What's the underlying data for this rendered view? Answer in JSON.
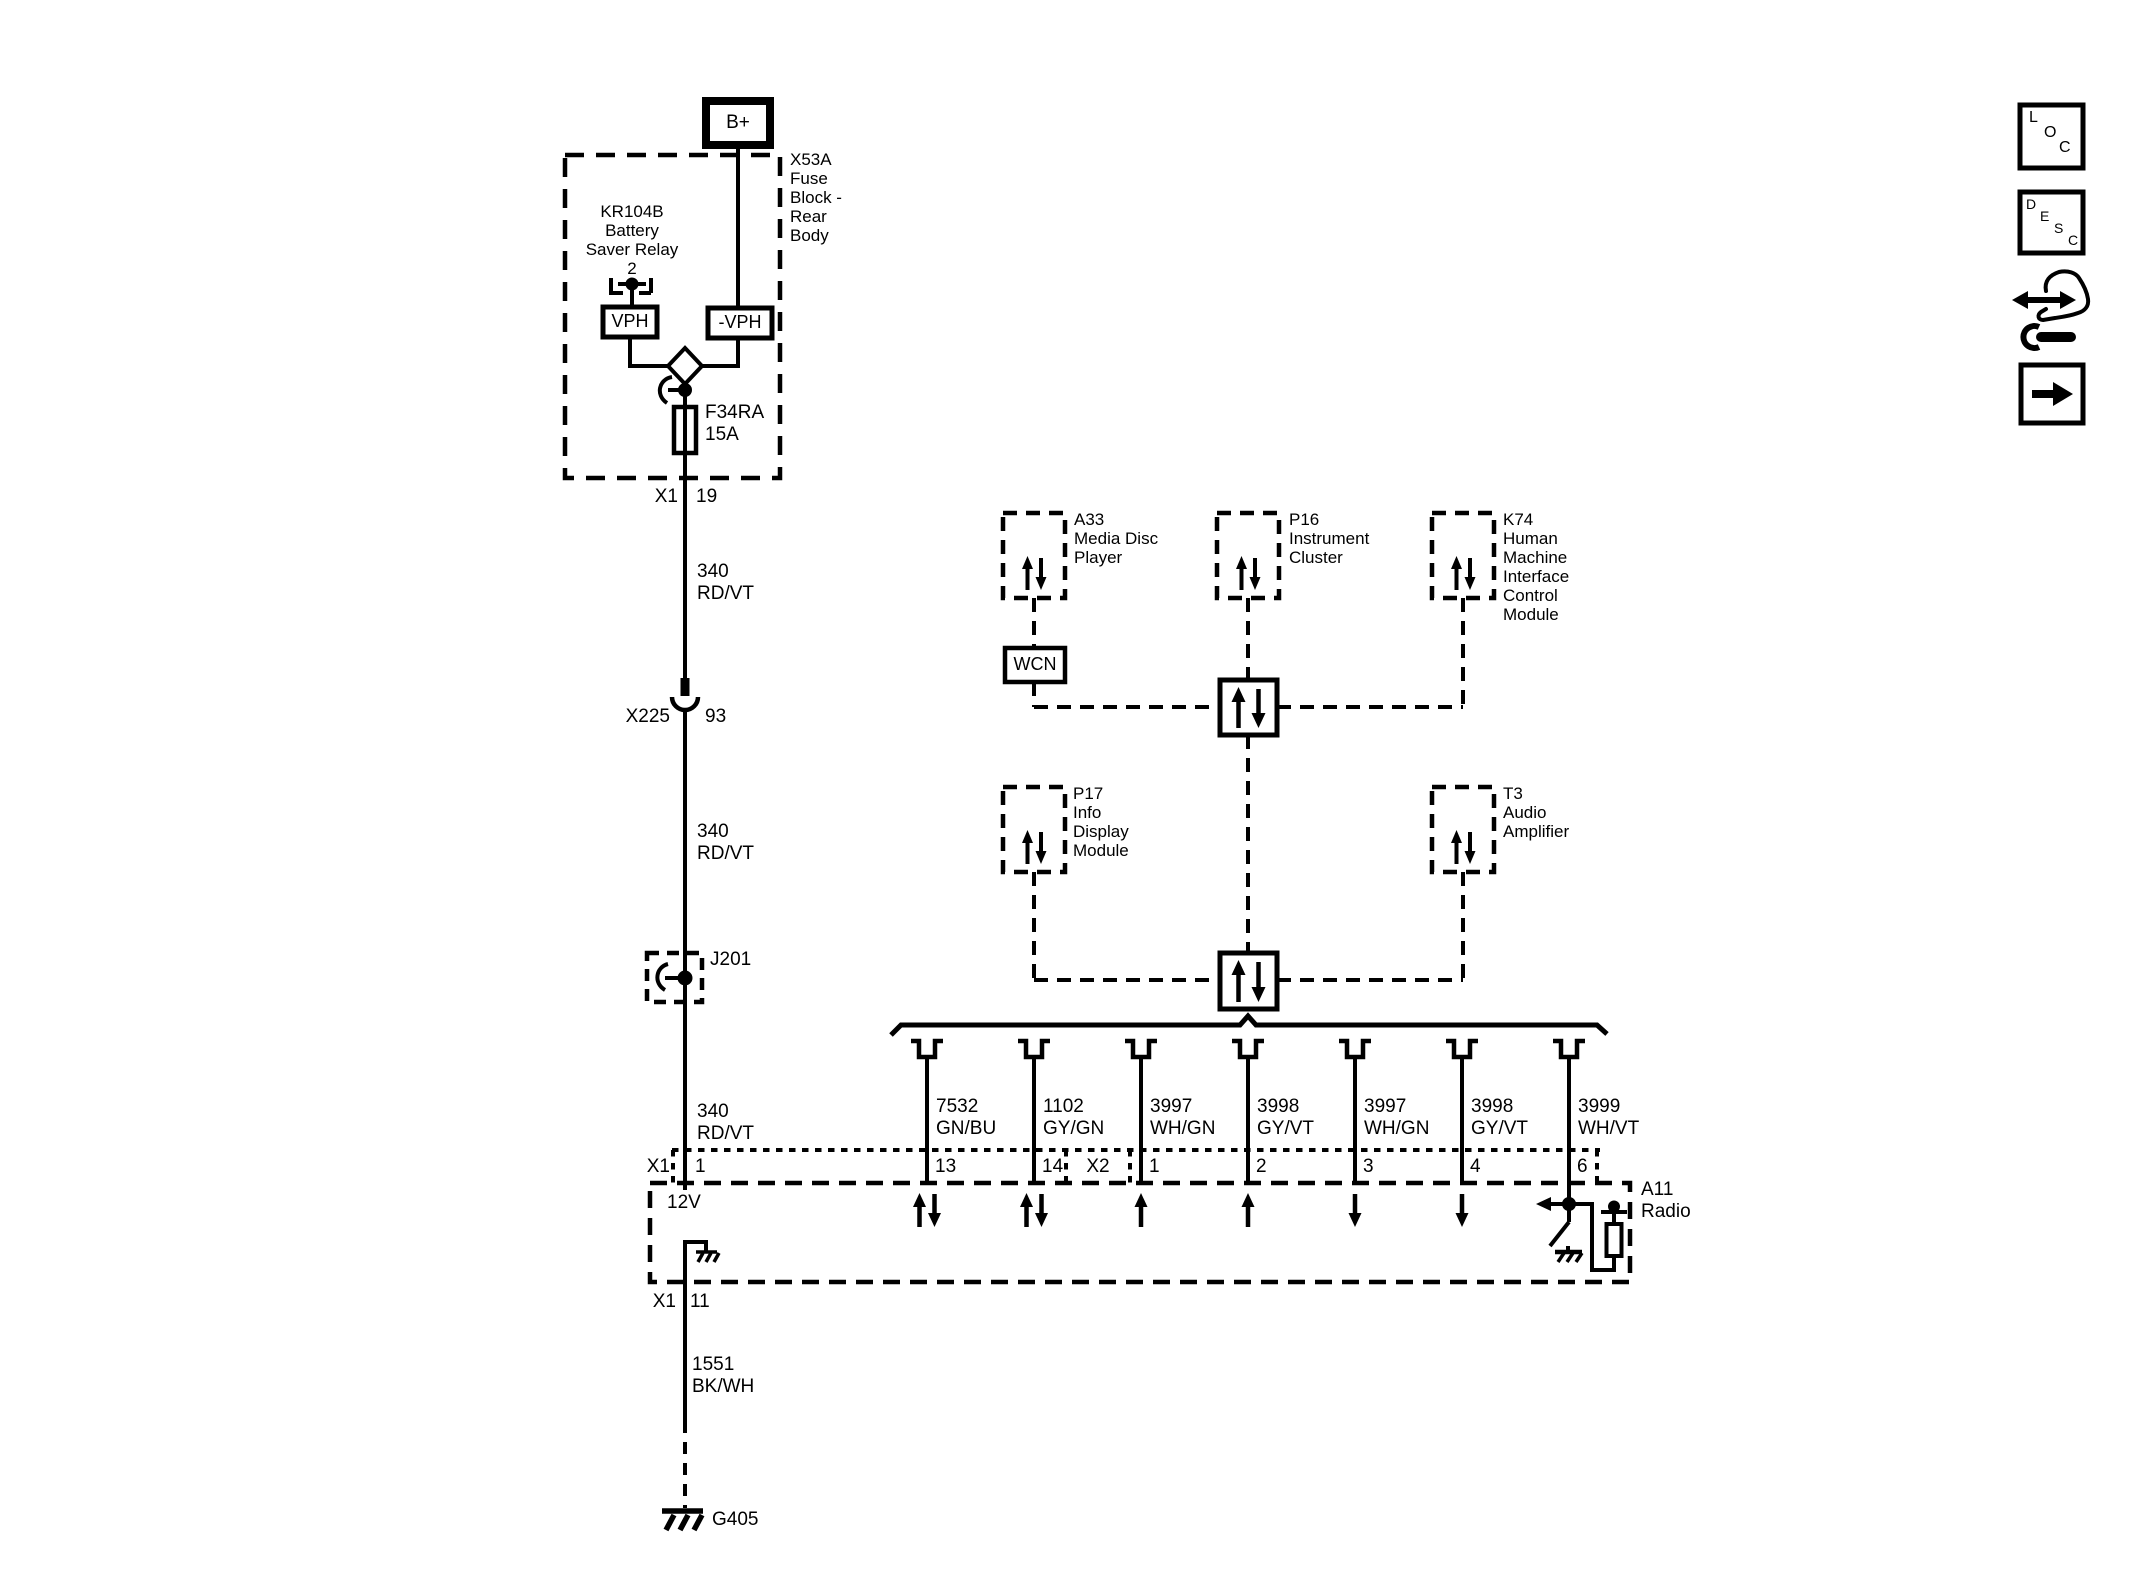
{
  "colors": {
    "ink": "#000000",
    "bg": "#ffffff"
  },
  "fuse_block": {
    "battery": "B+",
    "label": "X53A\nFuse\nBlock -\nRear\nBody",
    "relay_label": "KR104B\nBattery\nSaver Relay\n2",
    "vph": "VPH",
    "neg_vph": "-VPH",
    "fuse": "F34RA\n15A",
    "conn": "X1",
    "pin": "19"
  },
  "left_chain": {
    "wire1": "340\nRD/VT",
    "inline_conn": "X225",
    "inline_pin": "93",
    "wire2": "340\nRD/VT",
    "splice": "J201",
    "wire3": "340\nRD/VT"
  },
  "radio": {
    "name": "A11\nRadio",
    "conn_left": "X1",
    "pin_power": "1",
    "supply": "12V",
    "conn_mid": "X2",
    "conn_ground": "X1",
    "pin_ground": "11",
    "ground_wire": "1551\nBK/WH",
    "ground_ref": "G405"
  },
  "modules": {
    "a33": "A33\nMedia Disc\nPlayer",
    "p16": "P16\nInstrument\nCluster",
    "k74": "K74\nHuman\nMachine\nInterface\nControl\nModule",
    "p17": "P17\nInfo\nDisplay\nModule",
    "t3": "T3\nAudio\nAmplifier",
    "wcn": "WCN"
  },
  "bus": {
    "wires": [
      {
        "circuit": "7532\nGN/BU",
        "pin": "13"
      },
      {
        "circuit": "1102\nGY/GN",
        "pin": "14"
      },
      {
        "circuit": "3997\nWH/GN",
        "pin": "1"
      },
      {
        "circuit": "3998\nGY/VT",
        "pin": "2"
      },
      {
        "circuit": "3997\nWH/GN",
        "pin": "3"
      },
      {
        "circuit": "3998\nGY/VT",
        "pin": "4"
      },
      {
        "circuit": "3999\nWH/VT",
        "pin": "6"
      }
    ]
  },
  "sidebar": {
    "loc": {
      "l1": "L",
      "l2": "O",
      "l3": "C"
    },
    "desc": {
      "l1": "D",
      "l2": "E",
      "l3": "S",
      "l4": "C"
    }
  }
}
